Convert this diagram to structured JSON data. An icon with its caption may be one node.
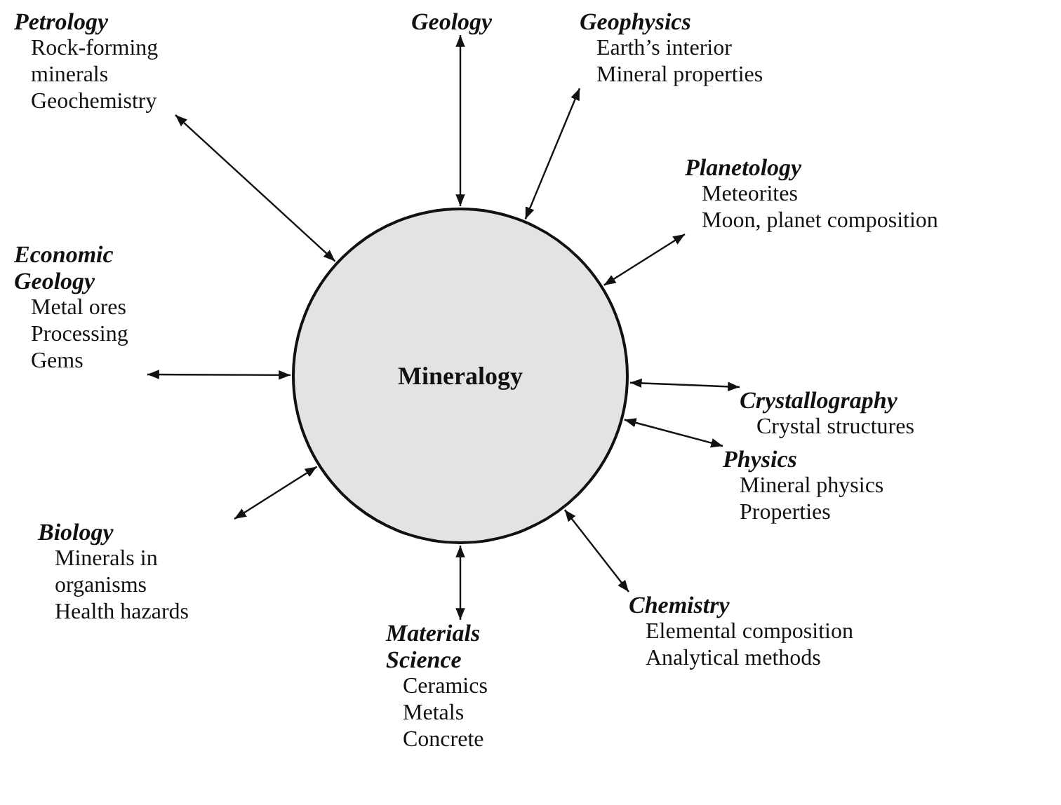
{
  "diagram": {
    "nodes": [
      {
        "text": [
          "Mineralogy"
        ]
      },
      {
        "text": [
          "Petrology",
          "Rock-forming minerals",
          "Geochemistry"
        ]
      },
      {
        "text": [
          "Geology"
        ]
      },
      {
        "text": [
          "Geophysics",
          "Earth’s interior",
          "Mineral properties"
        ]
      },
      {
        "text": [
          "Planetology",
          "Meteorites",
          "Moon, planet composition"
        ]
      },
      {
        "text": [
          "Economic Geology",
          "Metal ores",
          "Processing",
          "Gems"
        ]
      },
      {
        "text": [
          "Crystallography",
          "Crystal structures"
        ]
      },
      {
        "text": [
          "Physics",
          "Mineral physics",
          "Properties"
        ]
      },
      {
        "text": [
          "Biology",
          "Minerals in organisms",
          "Health hazards"
        ]
      },
      {
        "text": [
          "Materials Science",
          "Ceramics",
          "Metals",
          "Concrete"
        ]
      },
      {
        "text": [
          "Chemistry",
          "Elemental composition",
          "Analytical methods"
        ]
      }
    ],
    "edges": [
      {
        "from": 1,
        "to": 0,
        "arrow": "both"
      },
      {
        "from": 2,
        "to": 0,
        "arrow": "both"
      },
      {
        "from": 3,
        "to": 0,
        "arrow": "both"
      },
      {
        "from": 4,
        "to": 0,
        "arrow": "both"
      },
      {
        "from": 5,
        "to": 0,
        "arrow": "both"
      },
      {
        "from": 6,
        "to": 0,
        "arrow": "both"
      },
      {
        "from": 7,
        "to": 0,
        "arrow": "both"
      },
      {
        "from": 8,
        "to": 0,
        "arrow": "both"
      },
      {
        "from": 9,
        "to": 0,
        "arrow": "both"
      },
      {
        "from": 10,
        "to": 0,
        "arrow": "both"
      }
    ]
  }
}
